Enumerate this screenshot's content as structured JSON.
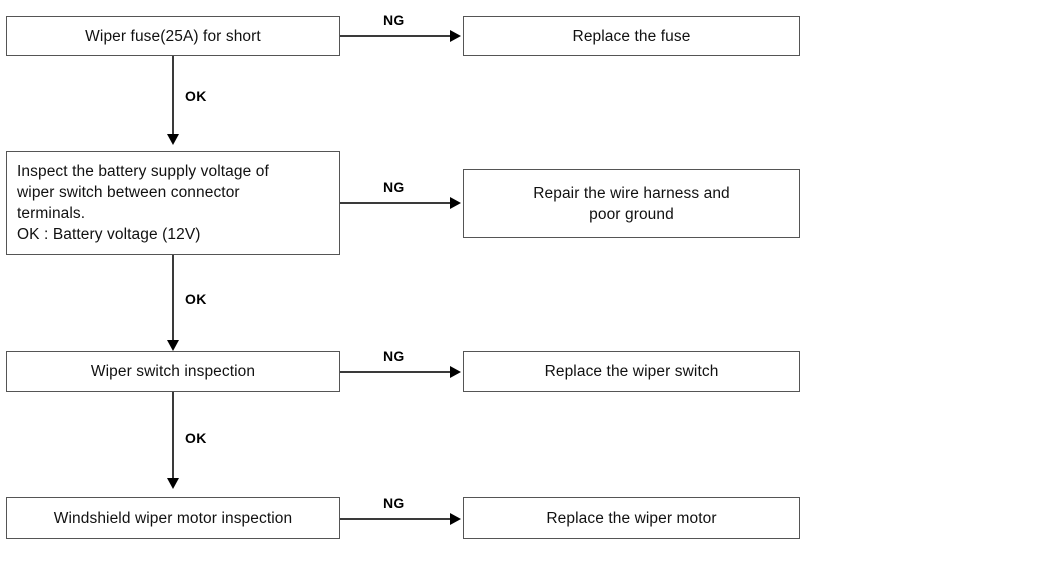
{
  "diagram": {
    "title": "Windshield wiper troubleshooting flowchart",
    "colors": {
      "box_border": "#555555",
      "line": "#3a3a3a",
      "text": "#111111",
      "background": "#ffffff"
    },
    "steps": [
      {
        "id": "step-1",
        "check_label": "Wiper fuse(25A) for short",
        "ng_label": "NG",
        "ng_result": "Replace the fuse",
        "ok_label": "OK"
      },
      {
        "id": "step-2",
        "check_label": "Inspect the battery supply voltage of\nwiper switch between connector\nterminals.\nOK : Battery voltage (12V)",
        "ng_label": "NG",
        "ng_result": "Repair the wire harness and\npoor ground",
        "ok_label": "OK"
      },
      {
        "id": "step-3",
        "check_label": "Wiper switch inspection",
        "ng_label": "NG",
        "ng_result": "Replace the wiper switch",
        "ok_label": "OK"
      },
      {
        "id": "step-4",
        "check_label": "Windshield wiper motor inspection",
        "ng_label": "NG",
        "ng_result": "Replace the wiper motor",
        "ok_label": ""
      }
    ]
  }
}
